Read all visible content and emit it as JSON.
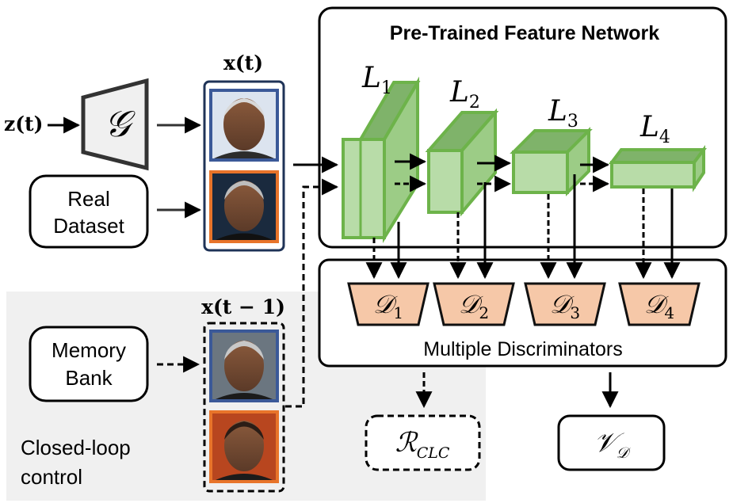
{
  "title": "Pre-Trained Feature Network",
  "inputs": {
    "z_label": "z(t)",
    "generator_symbol": "𝒢",
    "real_dataset": [
      "Real",
      "Dataset"
    ],
    "memory_bank": [
      "Memory",
      "Bank"
    ]
  },
  "images": {
    "current_label": "x(t)",
    "previous_label": "x(t − 1)"
  },
  "layers": [
    {
      "base": "L",
      "sub": "1"
    },
    {
      "base": "L",
      "sub": "2"
    },
    {
      "base": "L",
      "sub": "3"
    },
    {
      "base": "L",
      "sub": "4"
    }
  ],
  "discriminators": {
    "caption": "Multiple Discriminators",
    "items": [
      {
        "base": "𝒟",
        "sub": "1"
      },
      {
        "base": "𝒟",
        "sub": "2"
      },
      {
        "base": "𝒟",
        "sub": "3"
      },
      {
        "base": "𝒟",
        "sub": "4"
      }
    ]
  },
  "closed_loop_label": [
    "Closed-loop",
    "control"
  ],
  "outputs": {
    "r_clc": {
      "base": "ℛ",
      "sub": "CLC"
    },
    "v_d": {
      "base": "𝒱",
      "sub": "𝒟"
    }
  },
  "colors": {
    "layer_fill": "#b8dca8",
    "layer_side": "#9ccc86",
    "layer_top": "#7fb36a",
    "layer_stroke": "#6db34a",
    "disc_fill": "#f6c8a8",
    "frame_blue": "#3b5998",
    "frame_orange": "#e8742a",
    "gray_region": "#f0f0f0"
  }
}
